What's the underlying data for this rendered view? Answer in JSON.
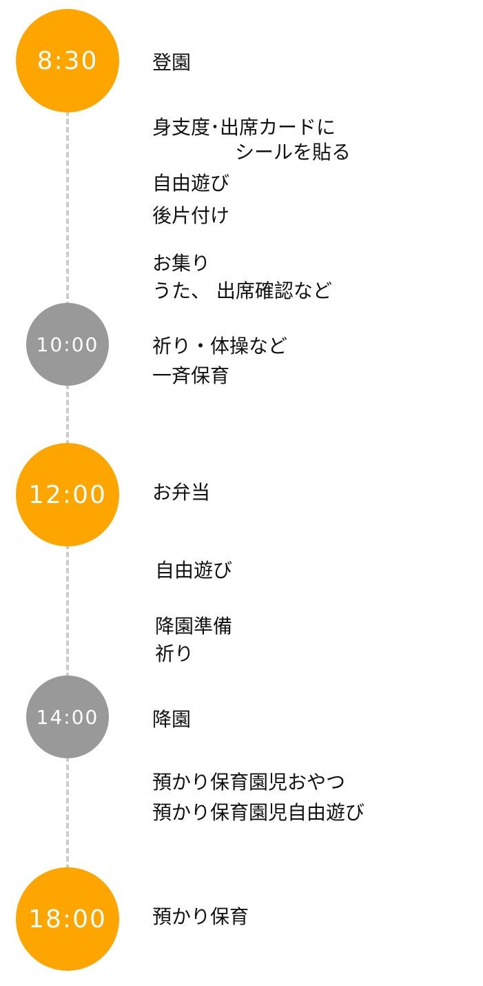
{
  "timeline": {
    "milestones": [
      {
        "time": "8:30"
      },
      {
        "time": "10:00"
      },
      {
        "time": "12:00"
      },
      {
        "time": "14:00"
      },
      {
        "time": "18:00"
      }
    ],
    "items": [
      "登園",
      "身支度･出席カードに",
      "シールを貼る",
      "自由遊び",
      "後片付け",
      "お集り",
      "うた、 出席確認など",
      "祈り・体操など",
      "一斉保育",
      "お弁当",
      "自由遊び",
      "降園準備",
      "祈り",
      "降園",
      "預かり保育園児おやつ",
      "預かり保育園児自由遊び",
      "預かり保育"
    ]
  }
}
